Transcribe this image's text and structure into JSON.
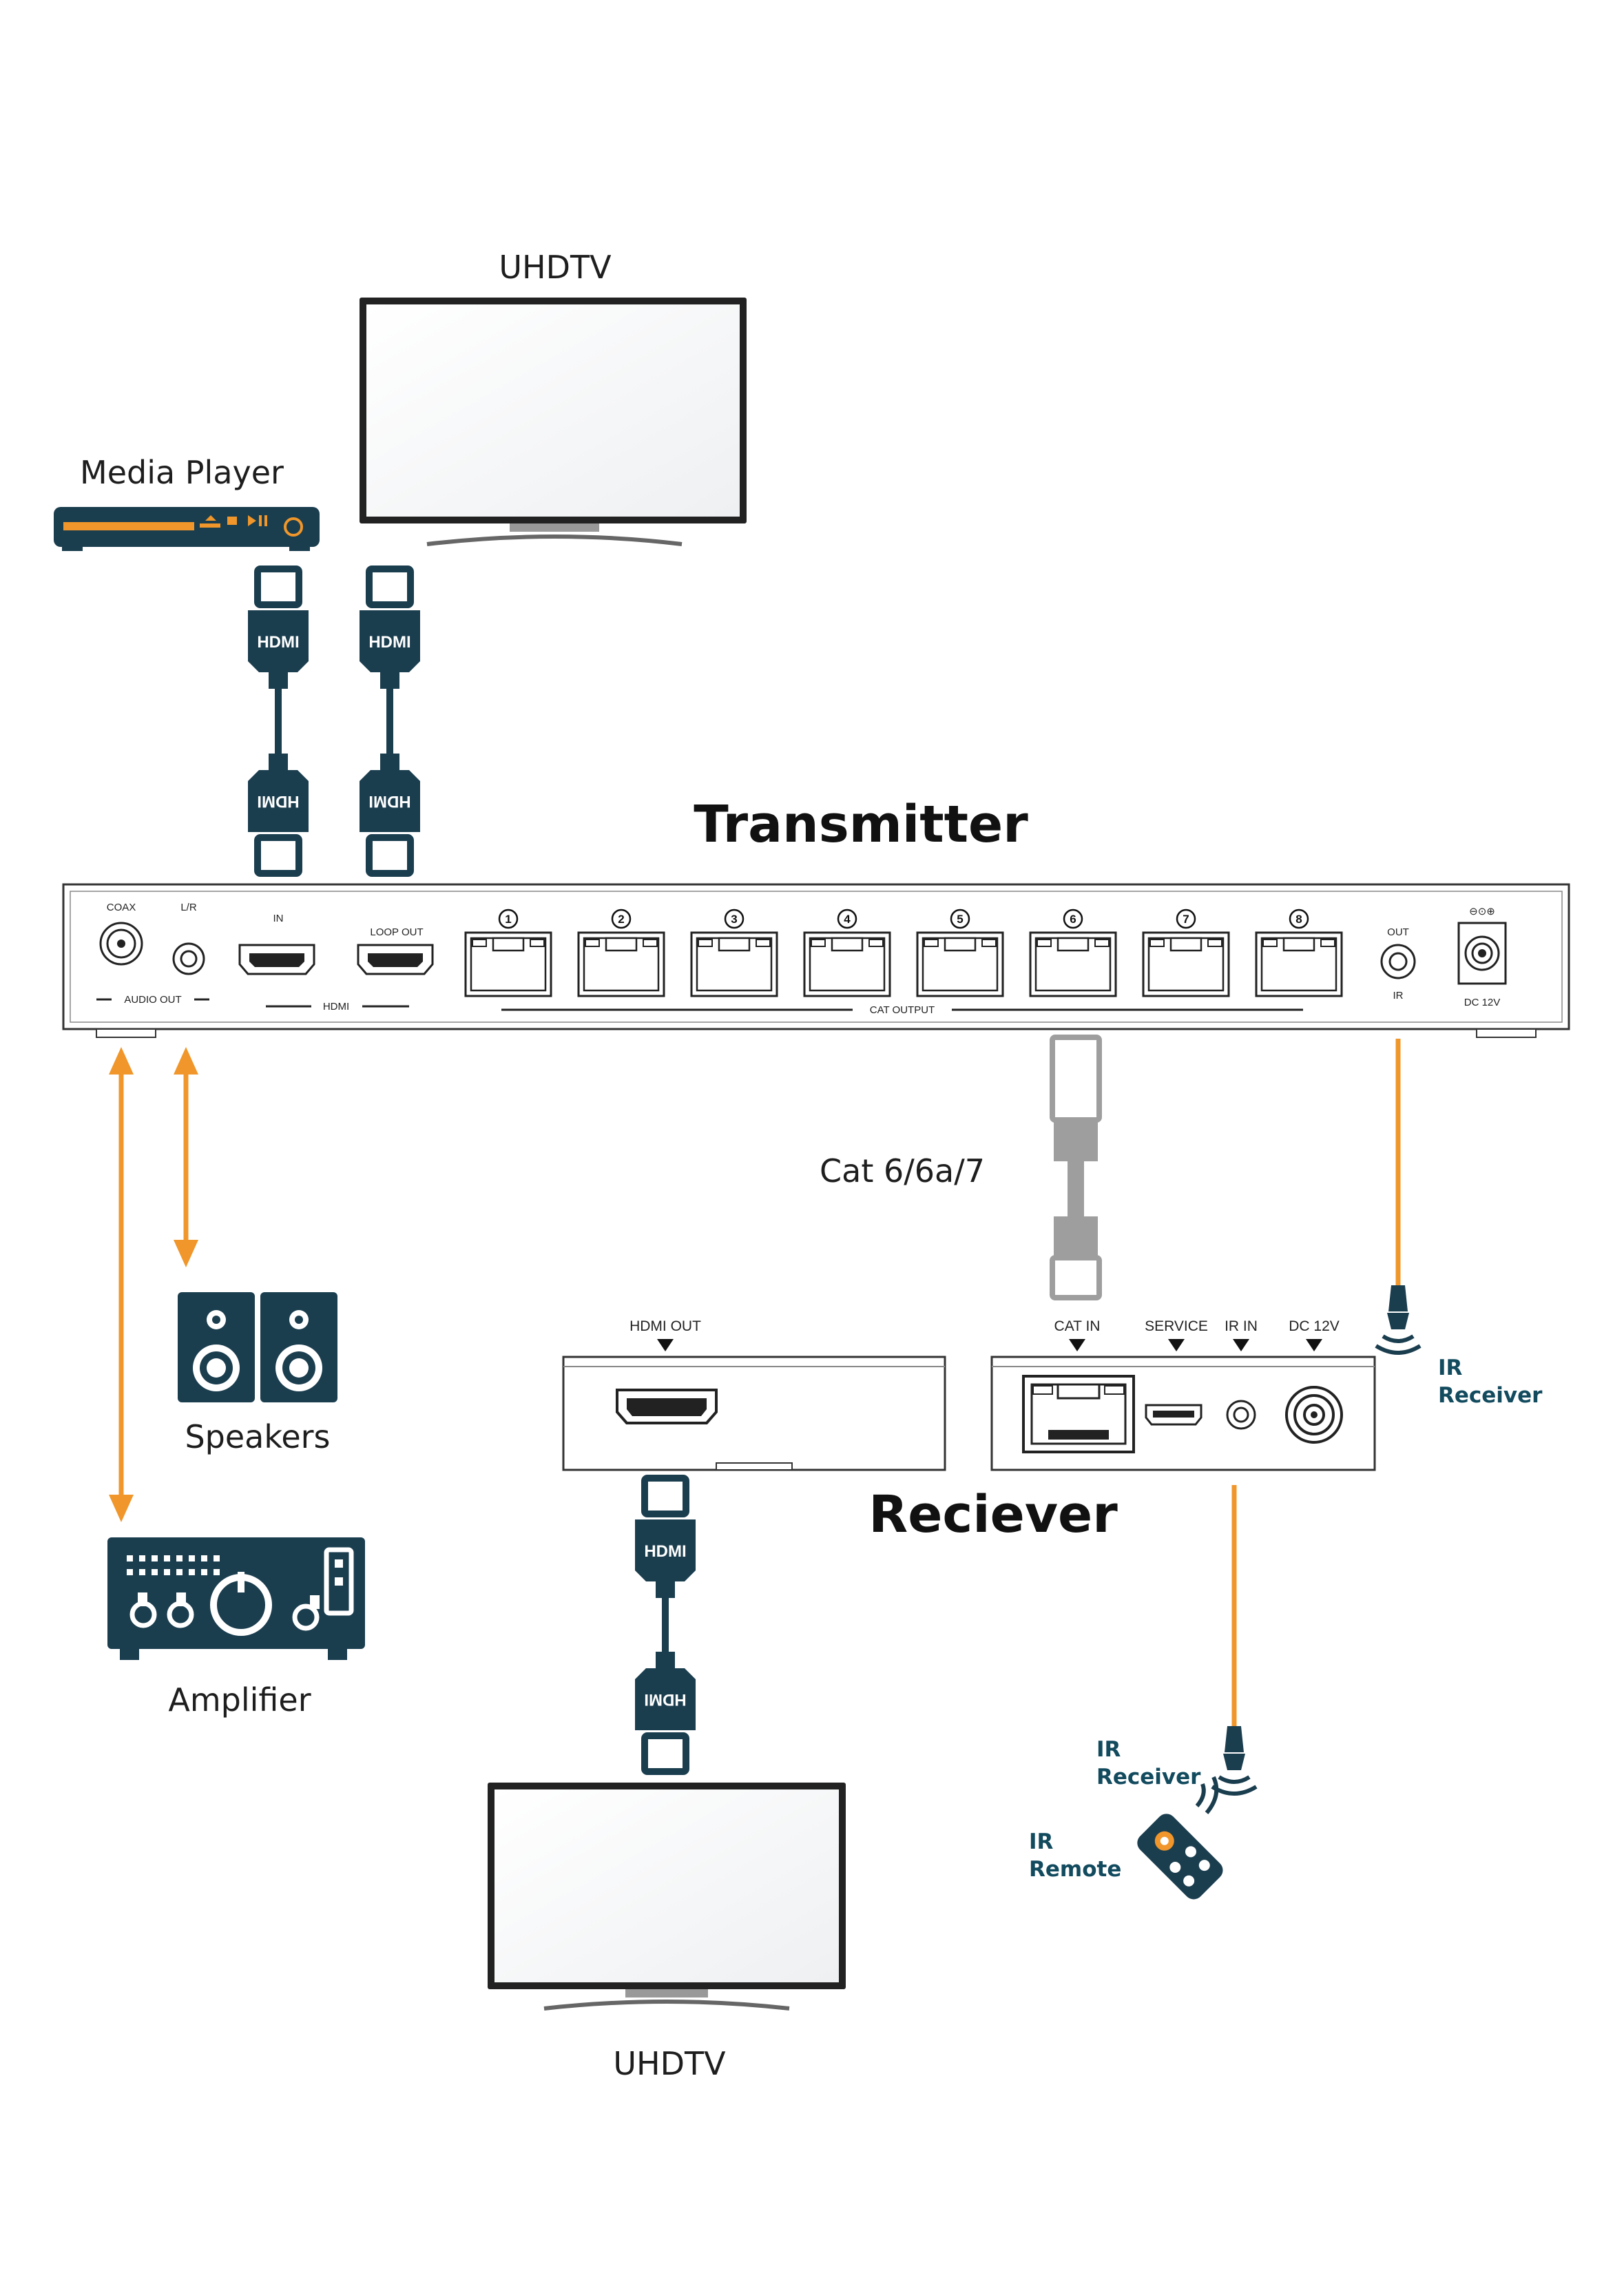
{
  "labels": {
    "uhdtv_top": "UHDTV",
    "media_player": "Media Player",
    "transmitter": "Transmitter",
    "cable": "Cat 6/6a/7",
    "speakers": "Speakers",
    "amplifier": "Amplifier",
    "receiver": "Reciever",
    "uhdtv_bottom": "UHDTV",
    "ir_receiver_top_1": "IR",
    "ir_receiver_top_2": "Receiver",
    "ir_receiver_bottom_1": "IR",
    "ir_receiver_bottom_2": "Receiver",
    "ir_remote_1": "IR",
    "ir_remote_2": "Remote"
  },
  "cables": {
    "hdmi_label": "HDMI"
  },
  "transmitter_panel": {
    "coax": "COAX",
    "lr": "L/R",
    "audio_out": "AUDIO OUT",
    "hdmi_in": "IN",
    "loop_out": "LOOP OUT",
    "hdmi_group": "HDMI",
    "cat_output": "CAT OUTPUT",
    "port_numbers": [
      "1",
      "2",
      "3",
      "4",
      "5",
      "6",
      "7",
      "8"
    ],
    "ir_out": "OUT",
    "ir": "IR",
    "power_symbol": "⊖⊙⊕",
    "dc": "DC 12V"
  },
  "receiver_panel": {
    "hdmi_out": "HDMI OUT",
    "cat_in": "CAT IN",
    "service": "SERVICE",
    "ir_in": "IR IN",
    "dc": "DC 12V"
  },
  "colors": {
    "navy": "#1b3e4f",
    "orange": "#f0962a",
    "cat_gray": "#9e9e9e",
    "ir_text": "#124a5e"
  }
}
